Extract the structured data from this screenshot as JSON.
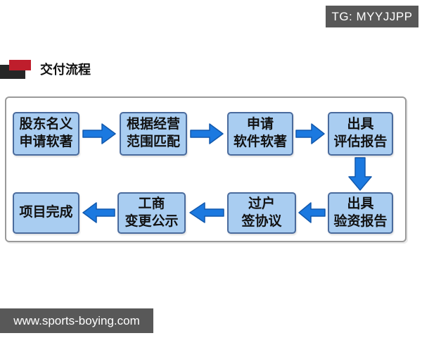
{
  "header": {
    "tg_badge": "TG: MYYJJPP"
  },
  "title": {
    "text": "交付流程"
  },
  "flowchart": {
    "steps": [
      {
        "line1": "股东名义",
        "line2": "申请软著"
      },
      {
        "line1": "根据经营",
        "line2": "范围匹配"
      },
      {
        "line1": "申请",
        "line2": "软件软著"
      },
      {
        "line1": "出具",
        "line2": "评估报告"
      },
      {
        "line1": "出具",
        "line2": "验资报告"
      },
      {
        "line1": "过户",
        "line2": "签协议"
      },
      {
        "line1": "工商",
        "line2": "变更公示"
      },
      {
        "line1": "项目完成"
      }
    ]
  },
  "footer": {
    "website": "www.sports-boying.com"
  },
  "colors": {
    "box_fill": "#a9cdf1",
    "box_border": "#4a6b9d",
    "arrow_fill": "#1b79e0",
    "arrow_stroke": "#1259ad",
    "badge_bg": "#585858",
    "badge_text": "#ffffff",
    "logo_red": "#bf1e2c",
    "logo_dark": "#262626",
    "frame_border": "#9a9a9a",
    "text": "#111111"
  }
}
